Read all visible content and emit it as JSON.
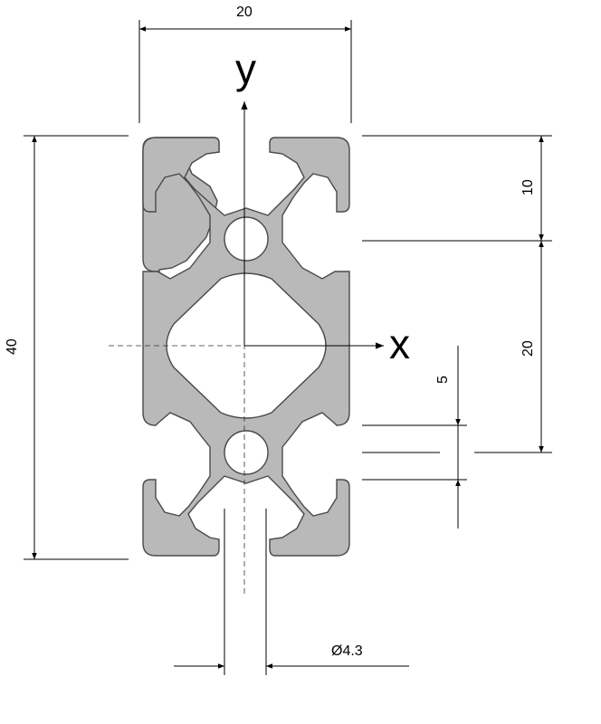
{
  "diagram": {
    "axes": {
      "x_label": "x",
      "y_label": "y"
    },
    "dimensions": {
      "width_top": "20",
      "height_total": "40",
      "right_upper": "10",
      "right_lower": "20",
      "slot": "5",
      "bore_diameter": "Ø4.3"
    },
    "colors": {
      "profile_fill": "#b9b9b9",
      "profile_stroke": "#4a4a4a",
      "line": "#000000"
    }
  }
}
